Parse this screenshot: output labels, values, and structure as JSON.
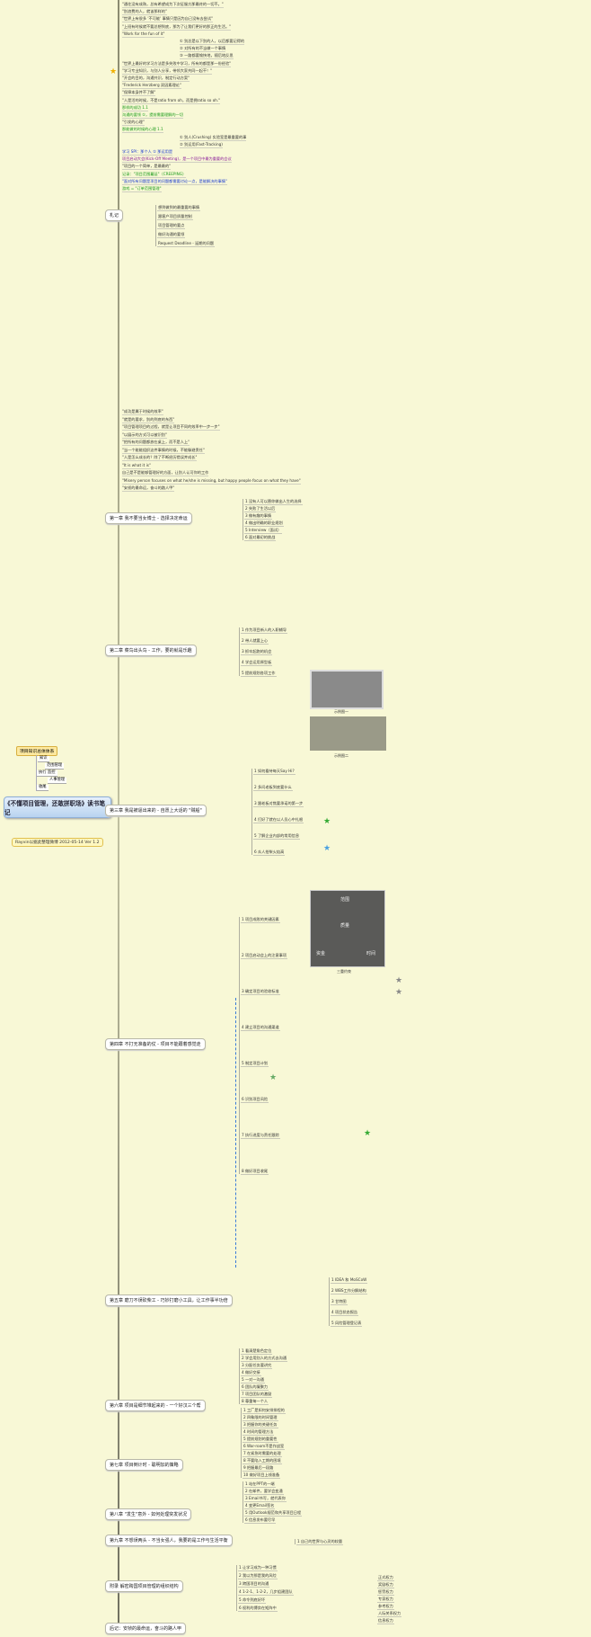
{
  "root": {
    "title": "《不懂项目管理，还敢拼职场》读书笔记",
    "subtitle": "Rayvin以据此整理微博 2012-05-14 Ver 1.2"
  },
  "topleft": {
    "head": "项目知识总体体系",
    "items": [
      "知识",
      "范围管理",
      "执行 监控",
      "人事管理",
      "收尾"
    ]
  },
  "preface_lines": [
    {
      "text": "\"通往没有成熟，总有希望成为下次征服方那最终的一切不。\"",
      "color": ""
    },
    {
      "text": "\"别浪费的人，就该那样的\"",
      "color": ""
    },
    {
      "text": "\"世界上有很多 '不可能' 事情只是因为自己没有去尝试\"",
      "color": ""
    },
    {
      "text": "\"上班有时候就不要总想到底，那为了让我们更好的那正的生活。\"",
      "color": ""
    },
    {
      "text": "\"Work for the fun of it\"",
      "color": ""
    },
    {
      "text": "① 别总是以下别的人，以后都要记得的",
      "color": ""
    },
    {
      "text": "② 对所有的不当做一个事情",
      "color": ""
    },
    {
      "text": "③ 一路都要愉快地，随后地反思",
      "color": ""
    },
    {
      "text": "\"世界上最好的学习方法是多失败中学习，所有的都是那一份经验\"",
      "color": ""
    },
    {
      "text": "\"学习专业知识，与别人分享，带领大家共同一起干！\"",
      "color": ""
    },
    {
      "text": "\"开会的目的，沟通共识，制定行动方案\"",
      "color": ""
    },
    {
      "text": "\"Frederick Herzberg 双因素理论\"",
      "color": ""
    },
    {
      "text": "\"保障本身并不了解\"",
      "color": ""
    },
    {
      "text": "\"人是活的时候，不是ratio from oh，而是拥ratio so oh.\"",
      "color": ""
    },
    {
      "text": "那样的成功 1.1",
      "color": "green"
    },
    {
      "text": "沟通的要领 ①，提前需要理解的一切",
      "color": "green"
    },
    {
      "text": "\"引发的心理\"",
      "color": ""
    },
    {
      "text": "那能做的时候的心理 1.1",
      "color": "green"
    },
    {
      "text": "① 别人(Crushing) 实验室是最重要的事",
      "color": ""
    },
    {
      "text": "② 别运用(Fast-Tracking)",
      "color": ""
    },
    {
      "text": "学习 SPI：那个人 ① 那运用是",
      "color": "blue"
    },
    {
      "text": "项目启动大会(Kick-Off Meeting)，是一个项目中最为重要的会议",
      "color": "purple"
    },
    {
      "text": "\"项目的一个简单，是最最的\"",
      "color": ""
    },
    {
      "text": "记录：\"项目范围蔓延\"（CREEPING）",
      "color": "green"
    },
    {
      "text": "\"面对所有问题是项目的问题都需要讨论一点，是能解决的事情\"",
      "color": "blue"
    },
    {
      "text": "游戏 = \"订单范围管理\"",
      "color": "green"
    }
  ],
  "preface_lines2": [
    "\"成功是属于时候的效率\"",
    "\"就是的要求，别的到底的东西\"",
    "\"项目管理项目的过程，就是让项目不同的效率中一步一步\"",
    "\"以展示的方式可以被识别\"",
    "\"把所有的问题都放在桌上，而不是人上\"",
    "\"当一个能能组织这件事情的时候，不能躲避责任\"",
    "\"人是怎么成长的？除了不断经历错误并成长\"",
    "\"It is what it is\"",
    "自己是不是能够管理好的方面，让别人认可你的工作",
    "\"Misery person focuses on what he/she is missing, but happy people focus on what they have\"",
    "\"安桢的最命运，奋斗的路人甲\""
  ],
  "chapters": [
    {
      "label": "札记",
      "children": [
        "想到做到的最重要的事情",
        "跟客户项目质量控制",
        "项目管理的要点",
        "做好沟通的要领",
        "Request Deadline - 延期的问题"
      ]
    },
    {
      "label": "第一章 我不要当女博士 - 选择决定命运",
      "children": [
        "1 没有人可以替你做出人生的选择",
        "2 失败了生活以后",
        "3 做有趣的事情",
        "4 做出明确的职业规划",
        "5 Interview（面试）",
        "6 面对最初的挑战"
      ]
    },
    {
      "label": "第二章 菜鸟出头鸟 - 工作，要的就是乐趣",
      "children": [
        "1 作为项目新人的入职辅导",
        "2 带人就要上心",
        "3 抓牢起跑的机会",
        "4 学会运用原型板",
        "5 提前规划各项工作"
      ]
    },
    {
      "label": "第三章 我是被逼出来的 - 自愿上大话的 \"贼船\"",
      "children": [
        "1 如何看待每天Say Hi?",
        "2 多问老板到底要什么",
        "3 跟老板对焦要承诺的第一步",
        "4 打好了就在以人员心中扎根",
        "5 了解企业内部的常用信息",
        "6 众人拾柴火焰高"
      ]
    },
    {
      "label": "第四章 不打无准备的仗 - 项目不能跟着感觉走",
      "children": [
        "1 项目成败的关键因素",
        "2 项目启动会上的注意事项",
        "3 确定项目的验收标准",
        "4 建立项目的沟通渠道",
        "5 制定项目计划",
        "6 识别项目风险",
        "7 执行进度与责任跟踪",
        "8 做好项目收尾"
      ]
    },
    {
      "label": "第五章 磨刀不误砍柴工 - 巧妙打磨小工具，让工作事半功倍",
      "children": [
        "1 IDEA 和 MoSCoW",
        "2 WBS工作分解结构",
        "3 甘特图",
        "4 项目状态报告",
        "5 风险管理登记表"
      ]
    },
    {
      "label": "第六章 项目是细节堆起来的 - 一个好汉三个帮",
      "children": [
        "1 看清楚角色定位",
        "2 学会用别人的方式去沟通",
        "3 分配任务要讲究",
        "4 做好交接",
        "5 一对一沟通",
        "6 团队的凝聚力",
        "7 项目团队的激励",
        "8 尊重每一个人"
      ]
    },
    {
      "label": "第七章 项目倒计时 - 聪明加的策略",
      "children": [
        "1 工厂是如何安排排程的",
        "2 四象限的时间管理",
        "3 把握你的关键任务",
        "4 时间的管理方法",
        "5 提前规划的重要性",
        "6 War-room不是作战室",
        "7 在紧急时需要的处理",
        "8 不要陷入工期的困境",
        "9 把握最后一段路",
        "10 做好项目上线准备"
      ]
    },
    {
      "label": "第八章 \"发生\"意外 - 如何处理突发状况",
      "children": [
        "1 站在PPT的一端",
        "2 在邮件，要学会变通",
        "3 Email书写，就代表你",
        "4 变更Email签名",
        "5 用Outlook规范和共享项目日程",
        "6 信息发布要尽早"
      ]
    },
    {
      "label": "第九章 不想误两头 - 不当女强人，我要的是工作与生活平衡",
      "children": [
        "1 自己的世界与心灵的较量"
      ]
    },
    {
      "label": "附录 解密跨国项目管理的组织结构",
      "children": [
        "1 让学习成为一种习惯",
        "2 我以为那是我的风险",
        "3 跨国项目的沟通",
        "4 1-2-1、1-2-2，几步组建团队",
        "5 命令到底好坏",
        "6 权利的博弈在矩阵中"
      ]
    },
    {
      "label": "后记：安桢的最命运，奋斗的路人甲",
      "children": []
    }
  ],
  "power_list": [
    "正式权力",
    "奖励权力",
    "惩罚权力",
    "专家权力",
    "参考权力",
    "人际关系权力",
    "信息权力"
  ],
  "figures": {
    "ch2_caption_1": "示例图一",
    "ch2_caption_2": "示例图二",
    "triangle_labels": [
      "范围",
      "质量",
      "资金",
      "时间"
    ],
    "triangle_caption": "三重约束"
  },
  "colors": {
    "background": "#f8f8d6",
    "root": "#b8d3f0",
    "green": "#1a9a1a",
    "blue": "#1a3ad0",
    "purple": "#8a1a9a"
  }
}
